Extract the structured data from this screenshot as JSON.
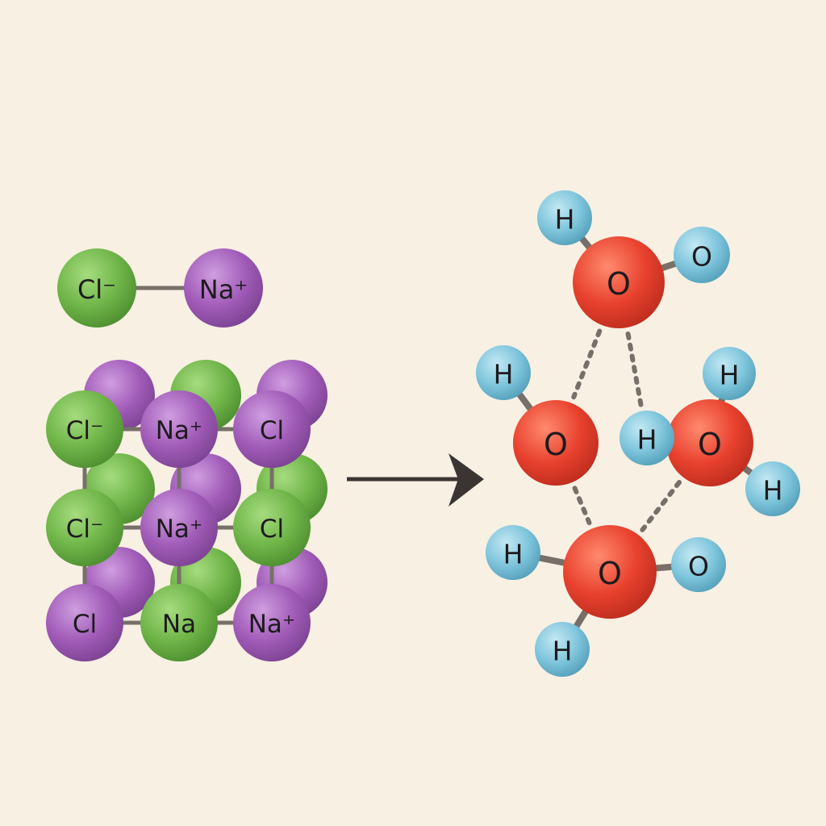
{
  "colors": {
    "background": "#f8f0e3",
    "chlorine": "#6fb548",
    "sodium": "#a15bb8",
    "oxygen": "#e8412e",
    "hydrogen": "#7ec5dc",
    "bond": "#777069",
    "arrow": "#3a3532"
  },
  "ion_pair": {
    "anion_label": "Cl⁻",
    "cation_label": "Na⁺"
  },
  "crystal": {
    "back_layer": [
      "sodium",
      "chlorine",
      "sodium",
      "chlorine",
      "sodium",
      "chlorine",
      "sodium",
      "chlorine",
      "sodium"
    ],
    "front_layer": [
      {
        "label": "Cl⁻",
        "element": "chlorine"
      },
      {
        "label": "Na⁺",
        "element": "sodium"
      },
      {
        "label": "Cl",
        "element": "sodium"
      },
      {
        "label": "Cl⁻",
        "element": "chlorine"
      },
      {
        "label": "Na⁺",
        "element": "sodium"
      },
      {
        "label": "Cl",
        "element": "chlorine"
      },
      {
        "label": "Cl",
        "element": "sodium"
      },
      {
        "label": "Na",
        "element": "chlorine"
      },
      {
        "label": "Na⁺",
        "element": "sodium"
      }
    ]
  },
  "process_arrow_icon": "right-arrow-icon",
  "water": {
    "atoms": [
      {
        "label": "O",
        "element": "oxygen"
      },
      {
        "label": "H",
        "element": "hydrogen"
      },
      {
        "label": "O",
        "element": "hydrogen"
      },
      {
        "label": "O",
        "element": "oxygen"
      },
      {
        "label": "H",
        "element": "hydrogen"
      },
      {
        "label": "O",
        "element": "oxygen"
      },
      {
        "label": "H",
        "element": "hydrogen"
      },
      {
        "label": "H",
        "element": "hydrogen"
      },
      {
        "label": "H",
        "element": "hydrogen"
      },
      {
        "label": "O",
        "element": "oxygen"
      },
      {
        "label": "H",
        "element": "hydrogen"
      },
      {
        "label": "O",
        "element": "hydrogen"
      },
      {
        "label": "H",
        "element": "hydrogen"
      }
    ]
  }
}
